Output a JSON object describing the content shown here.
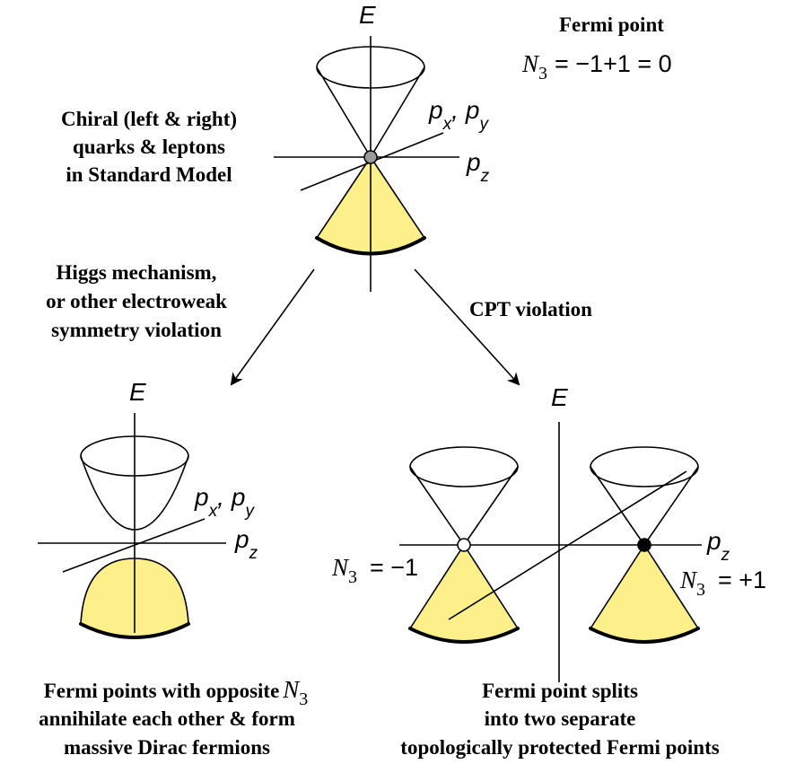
{
  "top": {
    "axis_e": "E",
    "axis_pxpy": {
      "p1": "p",
      "s1": "x",
      "comma": ",",
      "p2": "p",
      "s2": "y"
    },
    "axis_pz": {
      "p": "p",
      "s": "z"
    },
    "fermi_point_title": "Fermi point",
    "n3_equation": {
      "N": "N",
      "sub": "3",
      "rest": "= −1+1 = 0"
    },
    "left_label": [
      "Chiral (left & right)",
      "quarks & leptons",
      "in Standard Model"
    ]
  },
  "arrows": {
    "left_label": [
      "Higgs mechanism,",
      "or other electroweak",
      "symmetry violation"
    ],
    "right_label": "CPT violation"
  },
  "bottom_left": {
    "axis_e": "E",
    "axis_pxpy": {
      "p1": "p",
      "s1": "x",
      "comma": ",",
      "p2": "p",
      "s2": "y"
    },
    "axis_pz": {
      "p": "p",
      "s": "z"
    },
    "caption": {
      "line1": "Fermi points with opposite",
      "N": "N",
      "sub": "3",
      "line2": "annihilate each other & form",
      "line3": "massive Dirac fermions"
    }
  },
  "bottom_right": {
    "axis_e": "E",
    "axis_pz": {
      "p": "p",
      "s": "z"
    },
    "left_point": {
      "N": "N",
      "sub": "3",
      "rest": "= −1"
    },
    "right_point": {
      "N": "N",
      "sub": "3",
      "rest": "= +1"
    },
    "caption": [
      "Fermi point splits",
      "into two separate",
      "topologically protected Fermi points"
    ]
  },
  "colors": {
    "cone_fill": "#fdf08a",
    "node_gray": "#999999",
    "node_black": "#000000",
    "node_white": "#ffffff"
  }
}
